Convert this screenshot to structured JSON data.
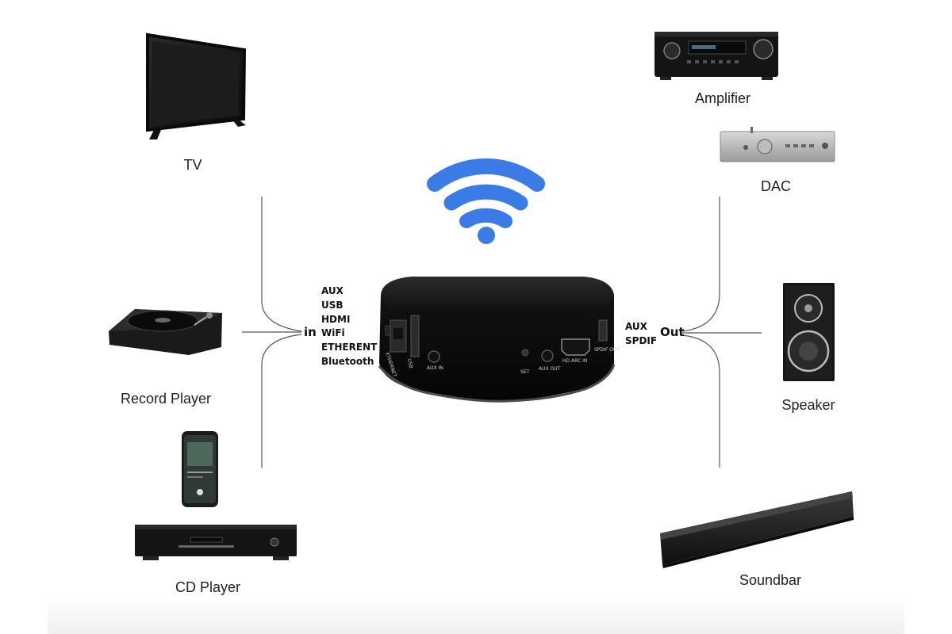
{
  "devices": {
    "tv": "TV",
    "record_player": "Record Player",
    "cd_player": "CD Player",
    "amplifier": "Amplifier",
    "dac": "DAC",
    "speaker": "Speaker",
    "soundbar": "Soundbar"
  },
  "hub": {
    "in_label": "in",
    "out_label": "Out",
    "inputs": [
      "AUX",
      "USB",
      "HDMI",
      "WiFi",
      "ETHERENT",
      "Bluetooth"
    ],
    "outputs": [
      "AUX",
      "SPDIF"
    ],
    "port_labels": [
      "ETHERNET",
      "USB",
      "AUX IN",
      "SET",
      "AUX OUT",
      "HD ARC IN",
      "SPDIF OUT"
    ]
  },
  "colors": {
    "wifi": "#3b7be6",
    "device_body": "#1a1a1a",
    "line": "#555555"
  }
}
